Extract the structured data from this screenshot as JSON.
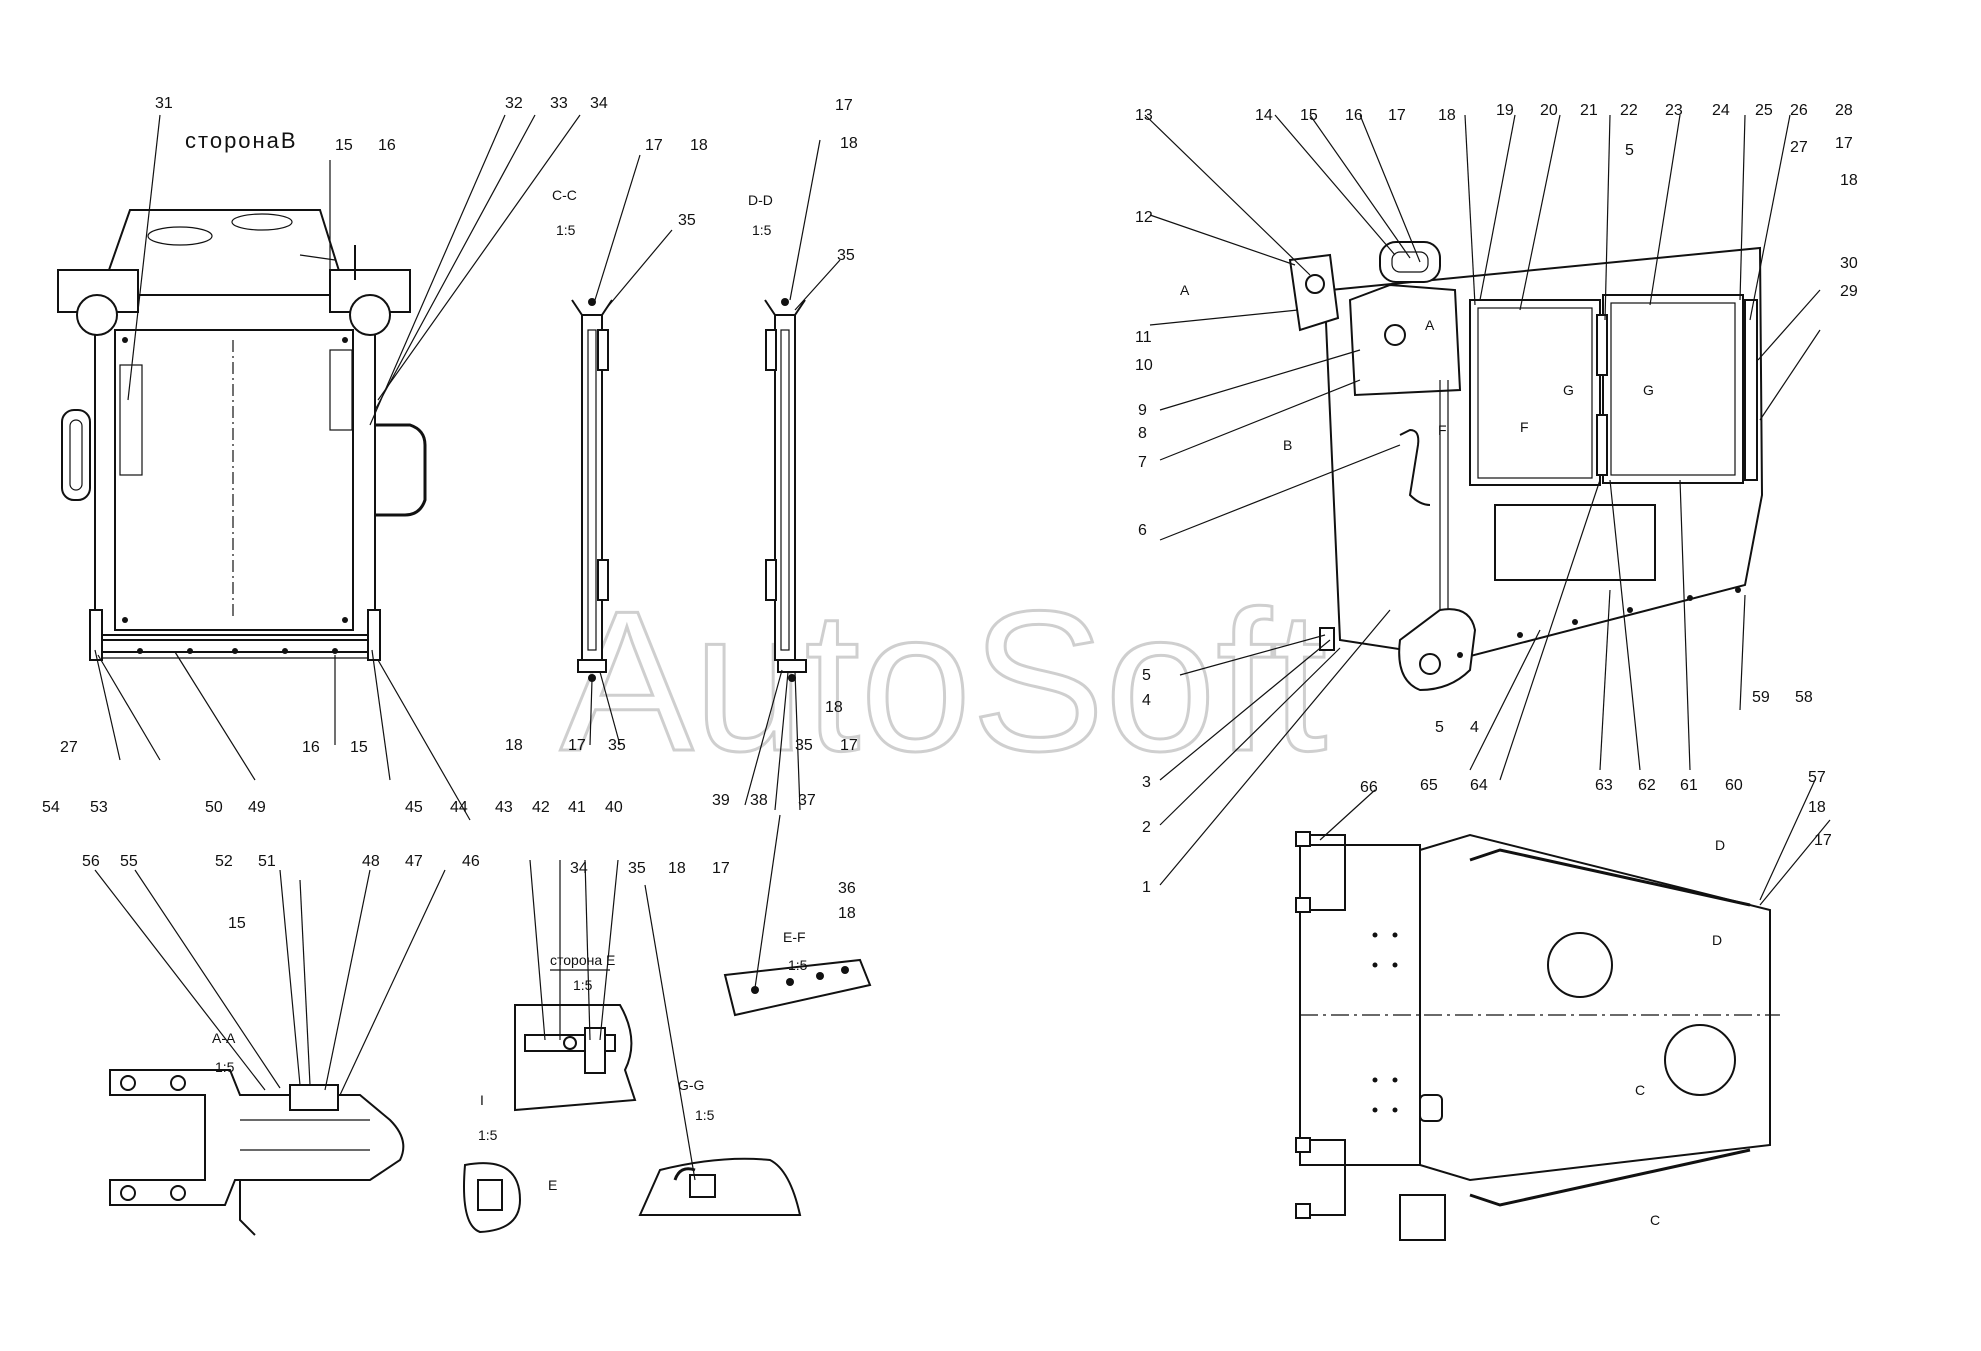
{
  "watermark": "AutoSoft",
  "side_labels": {
    "side_b": "сторонаВ",
    "side_e": "сторона Е"
  },
  "views": [
    {
      "id": "cc-top",
      "text": "C-C"
    },
    {
      "id": "cc-scale",
      "text": "1:5"
    },
    {
      "id": "dd-top",
      "text": "D-D"
    },
    {
      "id": "dd-scale",
      "text": "1:5"
    },
    {
      "id": "aa-top",
      "text": "A-A"
    },
    {
      "id": "aa-scale",
      "text": "1:5"
    },
    {
      "id": "e-scale",
      "text": "1:5"
    },
    {
      "id": "ef-top",
      "text": "E-F"
    },
    {
      "id": "ef-scale",
      "text": "1:5"
    },
    {
      "id": "gg-top",
      "text": "G-G"
    },
    {
      "id": "gg-scale",
      "text": "1:5"
    },
    {
      "id": "i-top",
      "text": "I"
    },
    {
      "id": "i-scale",
      "text": "1:5"
    },
    {
      "id": "e-arrow",
      "text": "E"
    },
    {
      "id": "a-arrow",
      "text": "A"
    },
    {
      "id": "a-arrow2",
      "text": "A"
    },
    {
      "id": "b-arrow",
      "text": "B"
    },
    {
      "id": "g-left",
      "text": "G"
    },
    {
      "id": "g-right",
      "text": "G"
    },
    {
      "id": "f-top",
      "text": "F"
    },
    {
      "id": "f-bottom",
      "text": "F"
    },
    {
      "id": "d-top",
      "text": "D"
    },
    {
      "id": "d-bottom",
      "text": "D"
    },
    {
      "id": "c-top",
      "text": "C"
    },
    {
      "id": "c-bottom",
      "text": "C"
    }
  ],
  "part_numbers": [
    {
      "id": "p31",
      "text": "31"
    },
    {
      "id": "p15a",
      "text": "15"
    },
    {
      "id": "p16a",
      "text": "16"
    },
    {
      "id": "p32",
      "text": "32"
    },
    {
      "id": "p33",
      "text": "33"
    },
    {
      "id": "p34a",
      "text": "34"
    },
    {
      "id": "p17a",
      "text": "17"
    },
    {
      "id": "p18a",
      "text": "18"
    },
    {
      "id": "p35a",
      "text": "35"
    },
    {
      "id": "p17b",
      "text": "17"
    },
    {
      "id": "p18b",
      "text": "18"
    },
    {
      "id": "p35b",
      "text": "35"
    },
    {
      "id": "p18c",
      "text": "18"
    },
    {
      "id": "p17c",
      "text": "17"
    },
    {
      "id": "p35c",
      "text": "35"
    },
    {
      "id": "p18d",
      "text": "18"
    },
    {
      "id": "p35d",
      "text": "35"
    },
    {
      "id": "p17d",
      "text": "17"
    },
    {
      "id": "p27a",
      "text": "27"
    },
    {
      "id": "p54",
      "text": "54"
    },
    {
      "id": "p53",
      "text": "53"
    },
    {
      "id": "p50",
      "text": "50"
    },
    {
      "id": "p49",
      "text": "49"
    },
    {
      "id": "p16b",
      "text": "16"
    },
    {
      "id": "p15b",
      "text": "15"
    },
    {
      "id": "p45",
      "text": "45"
    },
    {
      "id": "p44",
      "text": "44"
    },
    {
      "id": "p43",
      "text": "43"
    },
    {
      "id": "p42",
      "text": "42"
    },
    {
      "id": "p41",
      "text": "41"
    },
    {
      "id": "p40",
      "text": "40"
    },
    {
      "id": "p39",
      "text": "39"
    },
    {
      "id": "p38",
      "text": "38"
    },
    {
      "id": "p37",
      "text": "37"
    },
    {
      "id": "p56",
      "text": "56"
    },
    {
      "id": "p55",
      "text": "55"
    },
    {
      "id": "p52",
      "text": "52"
    },
    {
      "id": "p51",
      "text": "51"
    },
    {
      "id": "p48",
      "text": "48"
    },
    {
      "id": "p47",
      "text": "47"
    },
    {
      "id": "p46",
      "text": "46"
    },
    {
      "id": "p15c",
      "text": "15"
    },
    {
      "id": "p34b",
      "text": "34"
    },
    {
      "id": "p35e",
      "text": "35"
    },
    {
      "id": "p18e",
      "text": "18"
    },
    {
      "id": "p17e",
      "text": "17"
    },
    {
      "id": "p36",
      "text": "36"
    },
    {
      "id": "p18f",
      "text": "18"
    },
    {
      "id": "p13",
      "text": "13"
    },
    {
      "id": "p14",
      "text": "14"
    },
    {
      "id": "p15d",
      "text": "15"
    },
    {
      "id": "p16c",
      "text": "16"
    },
    {
      "id": "p17f",
      "text": "17"
    },
    {
      "id": "p18g",
      "text": "18"
    },
    {
      "id": "p19",
      "text": "19"
    },
    {
      "id": "p20",
      "text": "20"
    },
    {
      "id": "p21",
      "text": "21"
    },
    {
      "id": "p22",
      "text": "22"
    },
    {
      "id": "p23",
      "text": "23"
    },
    {
      "id": "p24",
      "text": "24"
    },
    {
      "id": "p25",
      "text": "25"
    },
    {
      "id": "p26",
      "text": "26"
    },
    {
      "id": "p28",
      "text": "28"
    },
    {
      "id": "p17g",
      "text": "17"
    },
    {
      "id": "p27b",
      "text": "27"
    },
    {
      "id": "p18h",
      "text": "18"
    },
    {
      "id": "p5a",
      "text": "5"
    },
    {
      "id": "p12",
      "text": "12"
    },
    {
      "id": "p11",
      "text": "11"
    },
    {
      "id": "p10",
      "text": "10"
    },
    {
      "id": "p9",
      "text": "9"
    },
    {
      "id": "p8",
      "text": "8"
    },
    {
      "id": "p7",
      "text": "7"
    },
    {
      "id": "p6",
      "text": "6"
    },
    {
      "id": "p30",
      "text": "30"
    },
    {
      "id": "p29",
      "text": "29"
    },
    {
      "id": "p5b",
      "text": "5"
    },
    {
      "id": "p4a",
      "text": "4"
    },
    {
      "id": "p59",
      "text": "59"
    },
    {
      "id": "p58",
      "text": "58"
    },
    {
      "id": "p5c",
      "text": "5"
    },
    {
      "id": "p4b",
      "text": "4"
    },
    {
      "id": "p3",
      "text": "3"
    },
    {
      "id": "p65",
      "text": "65"
    },
    {
      "id": "p64",
      "text": "64"
    },
    {
      "id": "p63",
      "text": "63"
    },
    {
      "id": "p62",
      "text": "62"
    },
    {
      "id": "p61",
      "text": "61"
    },
    {
      "id": "p60",
      "text": "60"
    },
    {
      "id": "p2",
      "text": "2"
    },
    {
      "id": "p66",
      "text": "66"
    },
    {
      "id": "p57",
      "text": "57"
    },
    {
      "id": "p18i",
      "text": "18"
    },
    {
      "id": "p17h",
      "text": "17"
    },
    {
      "id": "p1",
      "text": "1"
    }
  ]
}
